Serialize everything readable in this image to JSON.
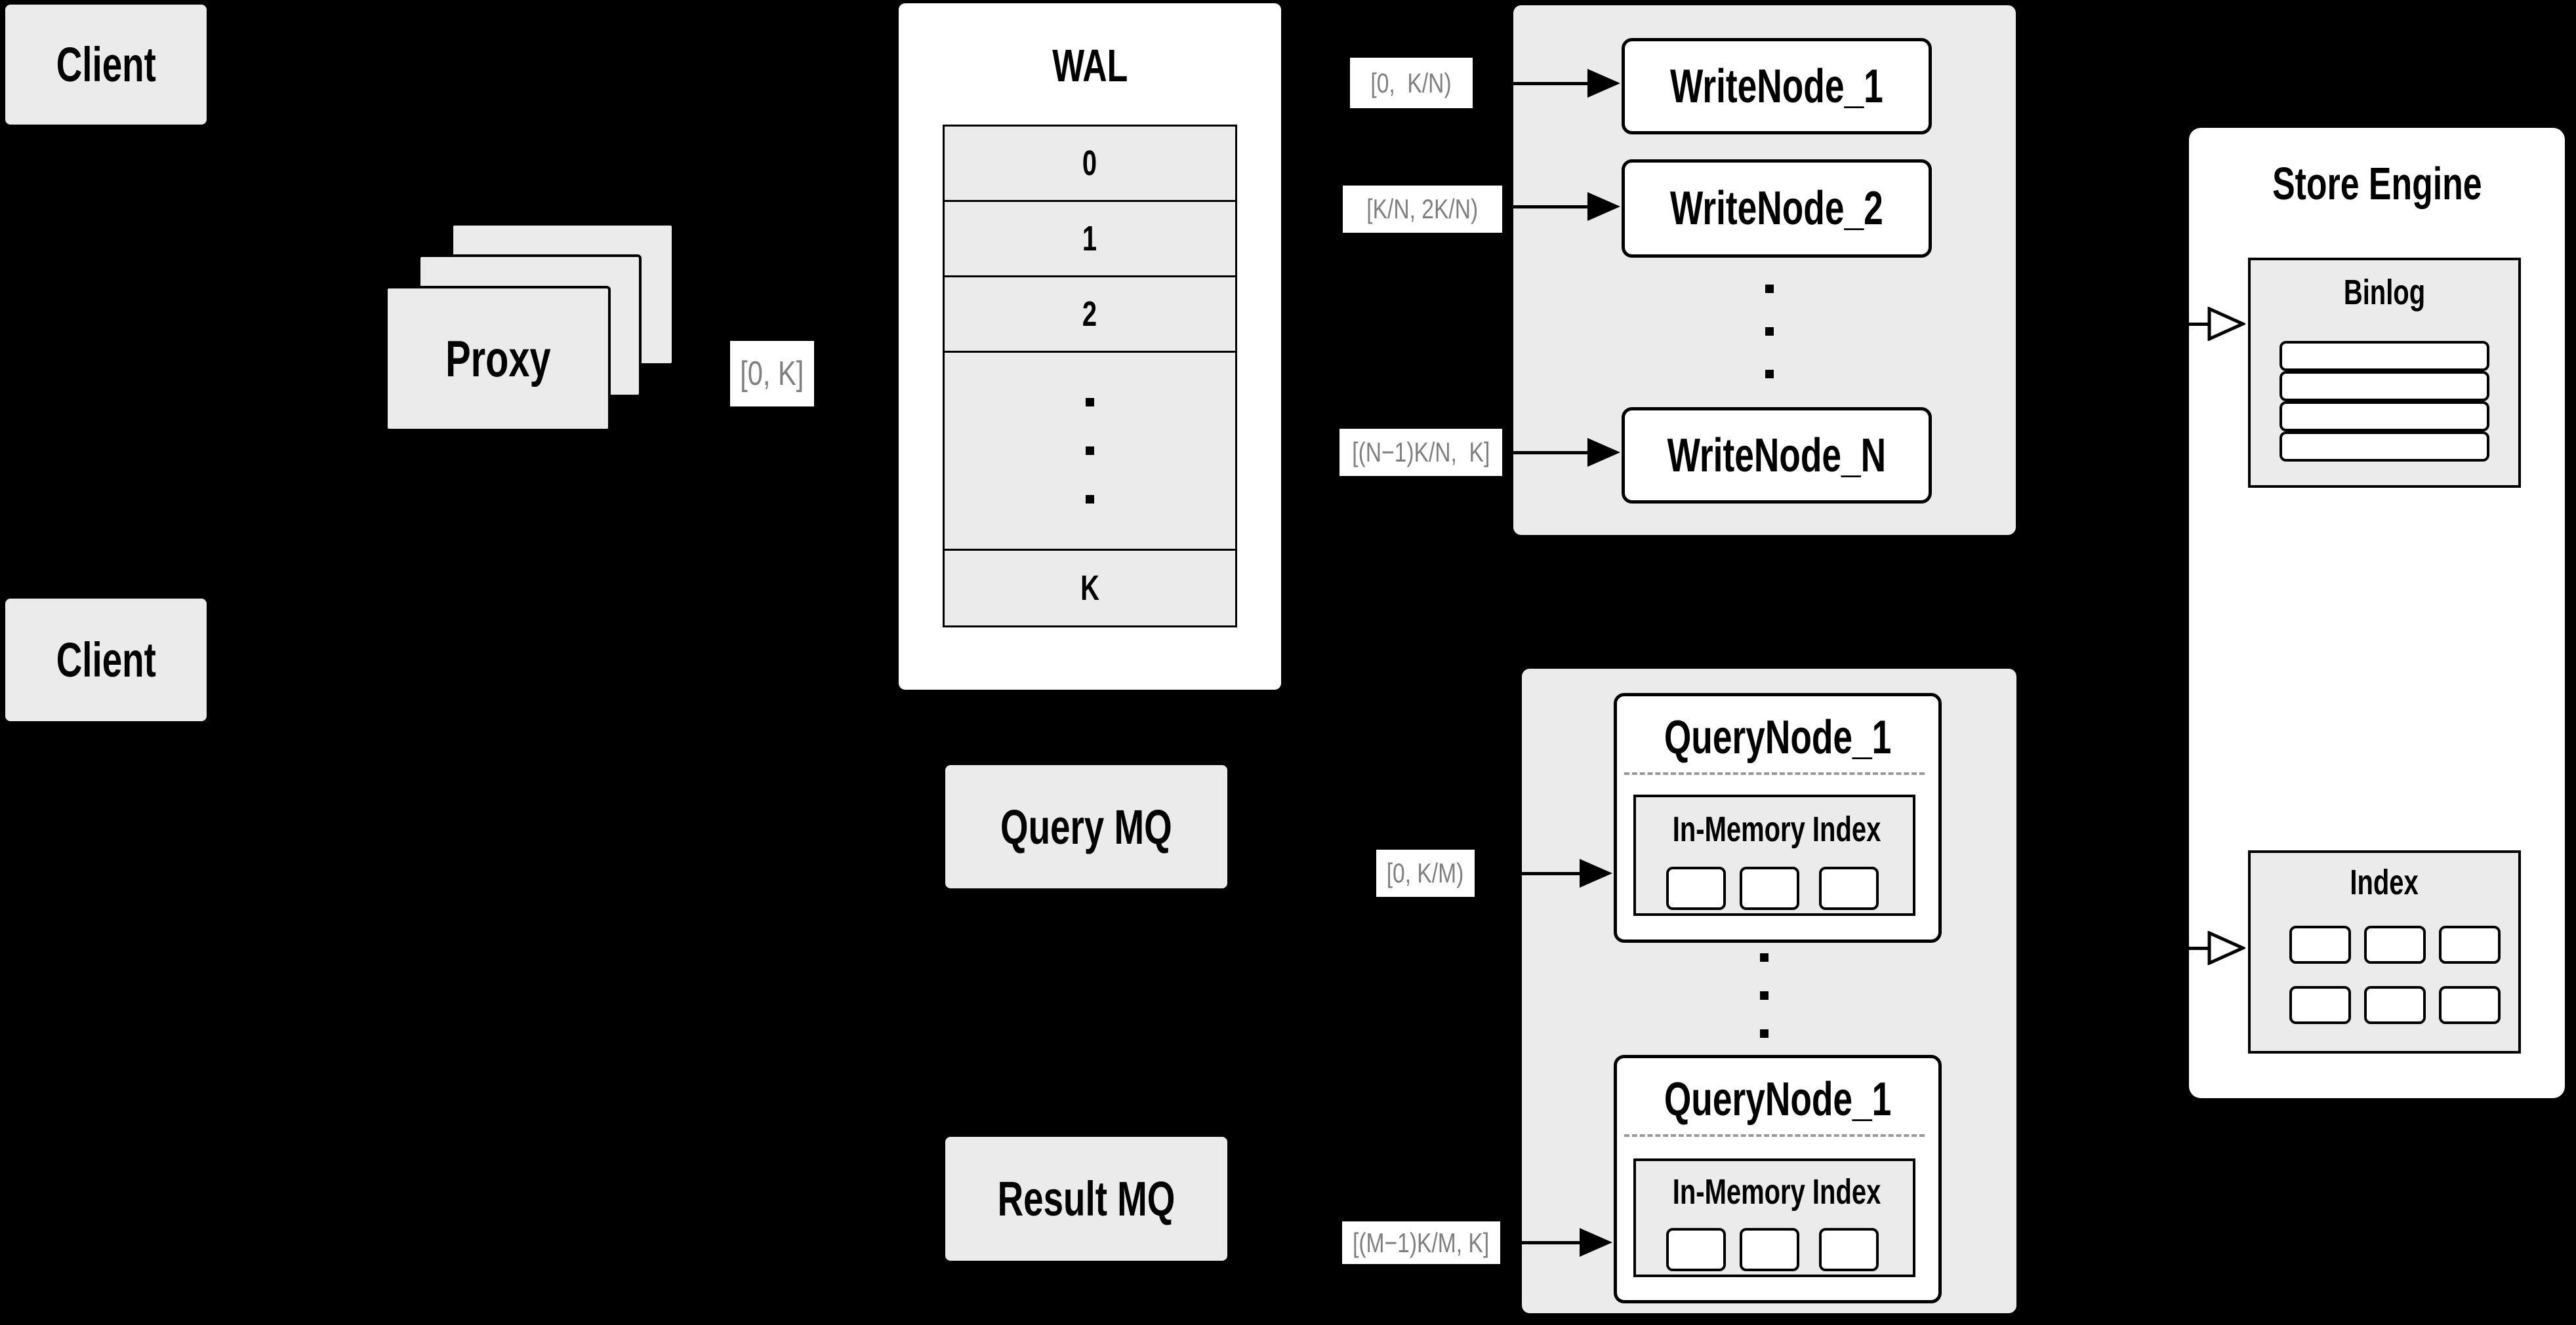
{
  "background": "#000000",
  "colors": {
    "panel_gray": "#ebebeb",
    "box_white": "#ffffff",
    "line_black": "#000000",
    "range_label_text": "#7f7f7f",
    "dashed_separator": "#999999"
  },
  "nodes": {
    "client_top": "Client",
    "client_bottom": "Client",
    "proxy": "Proxy",
    "proxy_range_label": "[0, K]",
    "wal": {
      "title": "WAL",
      "cells": [
        "0",
        "1",
        "2",
        "K"
      ]
    },
    "write_nodes": {
      "items": [
        "WriteNode_1",
        "WriteNode_2",
        "WriteNode_N"
      ],
      "range_labels": [
        "[0,  K/N)",
        "[K/N, 2K/N)",
        "[(N−1)K/N,  K]"
      ]
    },
    "mq": {
      "query": "Query MQ",
      "result": "Result MQ"
    },
    "query_nodes": {
      "items": [
        "QueryNode_1",
        "QueryNode_1"
      ],
      "inner_title": "In-Memory Index",
      "range_labels": [
        "[0, K/M)",
        "[(M−1)K/M, K]"
      ]
    },
    "store_engine": {
      "title": "Store Engine",
      "binlog_title": "Binlog",
      "index_title": "Index"
    }
  }
}
